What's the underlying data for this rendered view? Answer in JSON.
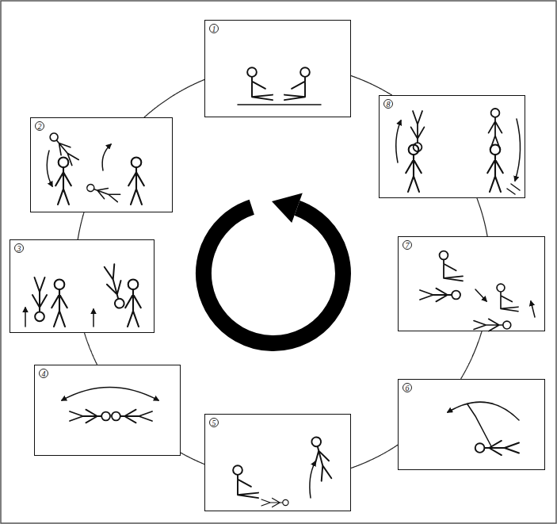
{
  "diagram": {
    "nodes": [
      {
        "text": [
          "1"
        ]
      },
      {
        "text": [
          "2"
        ]
      },
      {
        "text": [
          "3"
        ]
      },
      {
        "text": [
          "4"
        ]
      },
      {
        "text": [
          "5"
        ]
      },
      {
        "text": [
          "6"
        ]
      },
      {
        "text": [
          "7"
        ]
      },
      {
        "text": [
          "8"
        ]
      }
    ],
    "edges": [
      {
        "from": 0,
        "to": 1,
        "arrow": "none"
      },
      {
        "from": 1,
        "to": 2,
        "arrow": "none"
      },
      {
        "from": 2,
        "to": 3,
        "arrow": "none"
      },
      {
        "from": 3,
        "to": 4,
        "arrow": "none"
      },
      {
        "from": 4,
        "to": 5,
        "arrow": "none"
      },
      {
        "from": 5,
        "to": 6,
        "arrow": "none"
      },
      {
        "from": 6,
        "to": 7,
        "arrow": "none"
      },
      {
        "from": 7,
        "to": 0,
        "arrow": "none"
      }
    ]
  }
}
